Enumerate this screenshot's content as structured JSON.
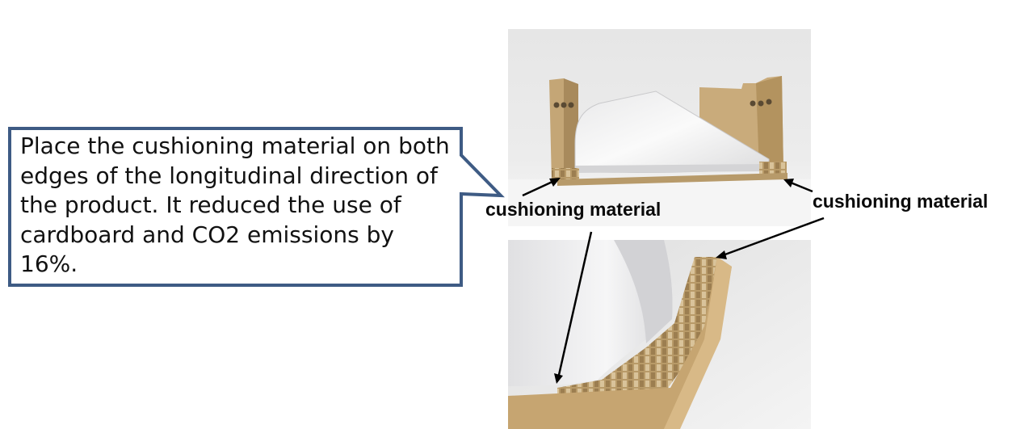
{
  "callout": {
    "text": "Place the cushioning material on both edges of the longitudinal direction of the product. It reduced the use of cardboard and CO2 emissions by 16%.",
    "border_color": "#3e5b84"
  },
  "labels": {
    "left": "cushioning material",
    "right": "cushioning material"
  },
  "colors": {
    "cardboard": "#c4a676",
    "product": "#f3f3f3",
    "backdrop": "#e8e8e8",
    "arrow": "#000000"
  }
}
